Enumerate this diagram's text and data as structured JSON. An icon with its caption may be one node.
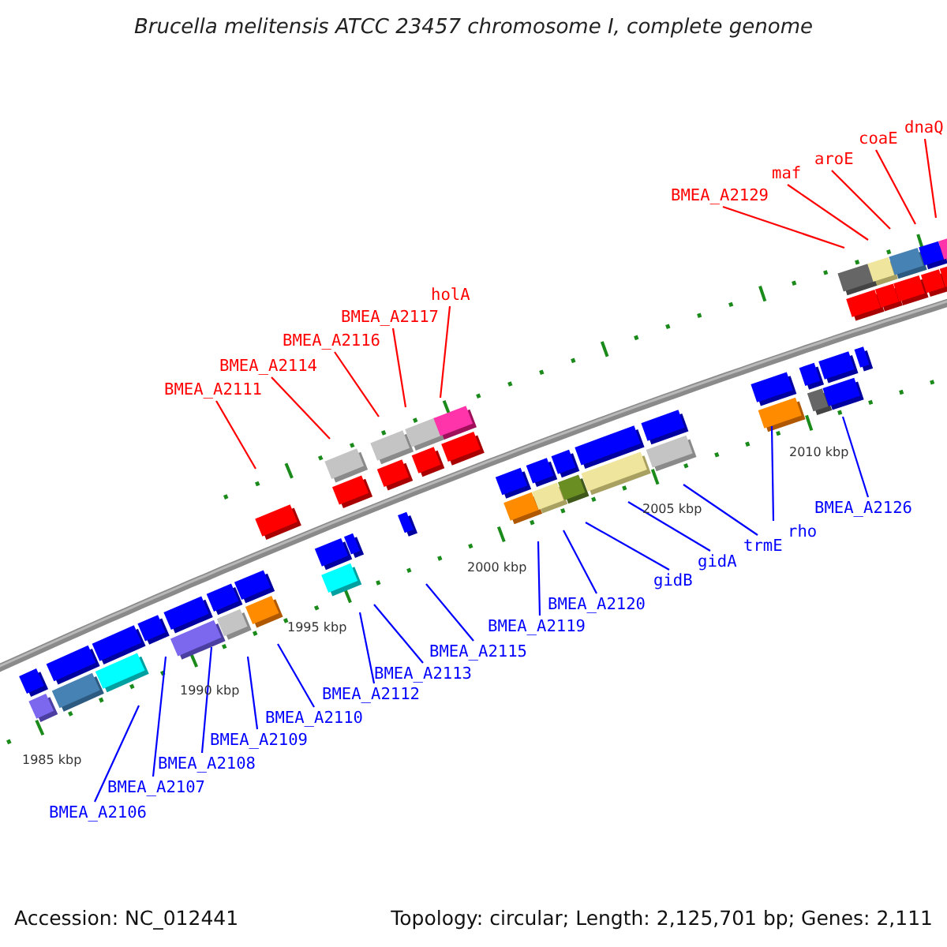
{
  "diagram": {
    "title": "Brucella melitensis ATCC 23457 chromosome I, complete genome",
    "nodes": [
      {
        "text": [
          "dnaQ"
        ]
      },
      {
        "text": [
          "coaE"
        ]
      },
      {
        "text": [
          "aroE"
        ]
      },
      {
        "text": [
          "maf"
        ]
      },
      {
        "text": [
          "BMEA_A2129"
        ]
      },
      {
        "text": [
          "holA"
        ]
      },
      {
        "text": [
          "BMEA_A2117"
        ]
      },
      {
        "text": [
          "BMEA_A2116"
        ]
      },
      {
        "text": [
          "BMEA_A2114"
        ]
      },
      {
        "text": [
          "BMEA_A2111"
        ]
      },
      {
        "text": [
          "BMEA_A2126"
        ]
      },
      {
        "text": [
          "rho"
        ]
      },
      {
        "text": [
          "trmE"
        ]
      },
      {
        "text": [
          "gidA"
        ]
      },
      {
        "text": [
          "gidB"
        ]
      },
      {
        "text": [
          "BMEA_A2120"
        ]
      },
      {
        "text": [
          "BMEA_A2119"
        ]
      },
      {
        "text": [
          "BMEA_A2115"
        ]
      },
      {
        "text": [
          "BMEA_A2113"
        ]
      },
      {
        "text": [
          "BMEA_A2112"
        ]
      },
      {
        "text": [
          "BMEA_A2110"
        ]
      },
      {
        "text": [
          "BMEA_A2109"
        ]
      },
      {
        "text": [
          "BMEA_A2108"
        ]
      },
      {
        "text": [
          "BMEA_A2107"
        ]
      },
      {
        "text": [
          "BMEA_A2106"
        ]
      }
    ],
    "edges": [
      {
        "from": 0,
        "to": null,
        "arrow": "none",
        "color": "#ff0000"
      },
      {
        "from": 1,
        "to": null,
        "arrow": "none",
        "color": "#ff0000"
      },
      {
        "from": 2,
        "to": null,
        "arrow": "none",
        "color": "#ff0000"
      },
      {
        "from": 3,
        "to": null,
        "arrow": "none",
        "color": "#ff0000"
      },
      {
        "from": 4,
        "to": null,
        "arrow": "none",
        "color": "#ff0000"
      },
      {
        "from": 5,
        "to": null,
        "arrow": "none",
        "color": "#ff0000"
      },
      {
        "from": 6,
        "to": null,
        "arrow": "none",
        "color": "#ff0000"
      },
      {
        "from": 7,
        "to": null,
        "arrow": "none",
        "color": "#ff0000"
      },
      {
        "from": 8,
        "to": null,
        "arrow": "none",
        "color": "#ff0000"
      },
      {
        "from": 9,
        "to": null,
        "arrow": "none",
        "color": "#ff0000"
      },
      {
        "from": 10,
        "to": null,
        "arrow": "none"
      },
      {
        "from": 11,
        "to": null,
        "arrow": "none"
      },
      {
        "from": 12,
        "to": null,
        "arrow": "none"
      },
      {
        "from": 13,
        "to": null,
        "arrow": "none"
      },
      {
        "from": 14,
        "to": null,
        "arrow": "none"
      },
      {
        "from": 15,
        "to": null,
        "arrow": "none"
      },
      {
        "from": 16,
        "to": null,
        "arrow": "none"
      },
      {
        "from": 17,
        "to": null,
        "arrow": "none"
      },
      {
        "from": 18,
        "to": null,
        "arrow": "none"
      },
      {
        "from": 19,
        "to": null,
        "arrow": "none"
      },
      {
        "from": 20,
        "to": null,
        "arrow": "none"
      },
      {
        "from": 21,
        "to": null,
        "arrow": "none"
      },
      {
        "from": 22,
        "to": null,
        "arrow": "none"
      },
      {
        "from": 23,
        "to": null,
        "arrow": "none"
      },
      {
        "from": 24,
        "to": null,
        "arrow": "none"
      }
    ],
    "labels": [
      "2010 kbp",
      "2005 kbp",
      "2000 kbp",
      "1995 kbp",
      "1990 kbp",
      "1985 kbp",
      "Accession: NC_012441",
      "Topology: circular; Length: 2,125,701 bp; Genes: 2,111"
    ]
  }
}
